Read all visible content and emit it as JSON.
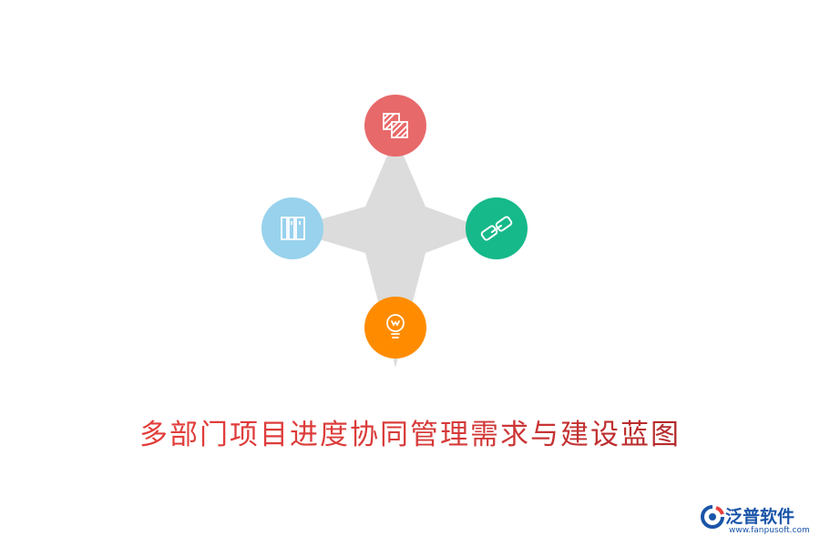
{
  "diagram": {
    "title": "多部门项目进度协同管理需求与建设蓝图",
    "nodes": [
      {
        "id": "top",
        "icon": "striped-squares-icon",
        "color": "#e8696a"
      },
      {
        "id": "right",
        "icon": "link-chain-icon",
        "color": "#16b98a"
      },
      {
        "id": "bottom",
        "icon": "lightbulb-icon",
        "color": "#ff8c00"
      },
      {
        "id": "left",
        "icon": "books-icon",
        "color": "#98d2ec"
      }
    ],
    "star_color": "#dcdcdc"
  },
  "brand": {
    "name": "泛普软件",
    "url": "www.fanpusoft.com",
    "color": "#1a55a8"
  }
}
